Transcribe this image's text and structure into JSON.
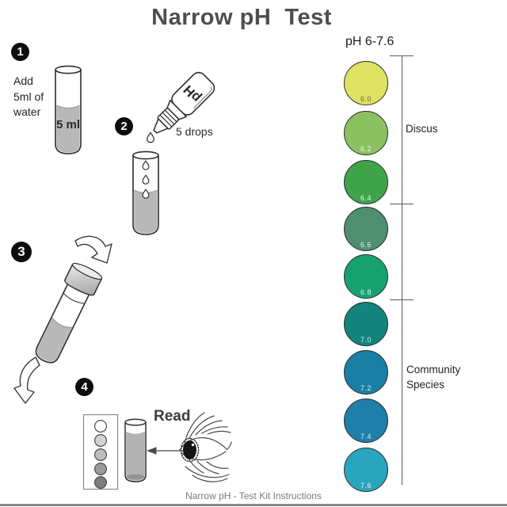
{
  "title": "Narrow pH  Test",
  "caption": "Narrow pH - Test Kit Instructions",
  "steps": {
    "s1": {
      "badge": "1",
      "instruction": "Add\n5ml of\nwater",
      "tube_label": "5 ml"
    },
    "s2": {
      "badge": "2",
      "bottle_label": "pH",
      "drops_label": "5 drops"
    },
    "s3": {
      "badge": "3"
    },
    "s4": {
      "badge": "4",
      "read_label": "Read"
    }
  },
  "chart": {
    "header": "pH 6-7.6",
    "group_labels": {
      "discus": "Discus",
      "community": "Community\nSpecies"
    },
    "swatches": [
      {
        "ph": "6.0",
        "color": "#dde263",
        "label_color": "#716d2e"
      },
      {
        "ph": "6.2",
        "color": "#8cc162",
        "label_color": "#f0f6e4"
      },
      {
        "ph": "6.4",
        "color": "#3fa34a",
        "label_color": "#e7f3e5"
      },
      {
        "ph": "6.6",
        "color": "#4e8f70",
        "label_color": "#e6efe9"
      },
      {
        "ph": "6.8",
        "color": "#17a171",
        "label_color": "#e2f2eb"
      },
      {
        "ph": "7.0",
        "color": "#12847c",
        "label_color": "#dcefee"
      },
      {
        "ph": "7.2",
        "color": "#1a7fa5",
        "label_color": "#dbedf4"
      },
      {
        "ph": "7.4",
        "color": "#1e7fa8",
        "label_color": "#dbedf4"
      },
      {
        "ph": "7.6",
        "color": "#29a5bd",
        "label_color": "#e3f4f8"
      }
    ]
  },
  "reference_card": {
    "circle_colors": [
      "#ffffff",
      "#d4d4d4",
      "#bdbdbd",
      "#9b9b9b",
      "#7d7d7d"
    ]
  }
}
